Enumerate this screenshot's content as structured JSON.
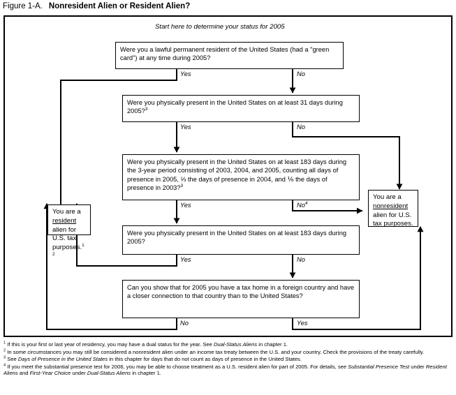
{
  "figure": {
    "number": "Figure 1-A.",
    "title": "Nonresident Alien or Resident Alien?"
  },
  "chart": {
    "start_note": "Start here to determine your status for 2005",
    "nodes": {
      "q1": {
        "id": "q1",
        "text": "Were you a lawful permanent resident of the United States (had a \"green card\") at any time during 2005?",
        "yes_label": "Yes",
        "no_label": "No"
      },
      "q2": {
        "id": "q2",
        "text_main": "Were you physically present in the United States on at least 31 days during 2005?",
        "footnote_ref": "3",
        "yes_label": "Yes",
        "no_label": "No"
      },
      "q3": {
        "id": "q3",
        "text_main": "Were you physically present in the United States on at least 183 days during the 3-year period consisting of 2003, 2004, and 2005, counting all days of presence in 2005, ⅓ the days of presence in 2004, and ⅙ the days of presence in 2003?",
        "footnote_ref": "3",
        "yes_label": "Yes",
        "no_label": "No",
        "no_footnote_ref": "4"
      },
      "q4": {
        "id": "q4",
        "text_main": "Were you physically present in the United States on at least 183 days during 2005?",
        "yes_label": "Yes",
        "no_label": "No"
      },
      "q5": {
        "id": "q5",
        "text_main": "Can you show that for 2005 you have a tax home in a foreign country and have a closer connection to that country than to the United States?",
        "no_label": "No",
        "yes_label": "Yes"
      },
      "resident": {
        "id": "resident",
        "line1": "You are a",
        "emphasis": "resident",
        "line2": " alien for U.S. tax purposes.",
        "footnote_refs": "1 2"
      },
      "nonresident": {
        "id": "nonresident",
        "line1": "You are a",
        "emphasis": "nonresident",
        "line2": " alien for U.S. tax purposes."
      }
    }
  },
  "footnotes": [
    {
      "marker": "1",
      "parts": [
        {
          "text": "If this is your first or last year of residency, you may have a dual status for the year. See ",
          "italic": false
        },
        {
          "text": "Dual-Status Aliens",
          "italic": true
        },
        {
          "text": " in chapter 1.",
          "italic": false
        }
      ]
    },
    {
      "marker": "2",
      "parts": [
        {
          "text": "In some circumstances you may still be considered a nonresident alien under an income tax treaty between the U.S. and your country. Check the provisions of the treaty carefully.",
          "italic": false
        }
      ]
    },
    {
      "marker": "3",
      "parts": [
        {
          "text": "See ",
          "italic": false
        },
        {
          "text": "Days of Presence in the United States",
          "italic": true
        },
        {
          "text": " in this chapter for days that do not count as days of presence in the United States.",
          "italic": false
        }
      ]
    },
    {
      "marker": "4",
      "parts": [
        {
          "text": "If you meet the substantial presence test for 2006, you may be able to choose treatment as a U.S. resident alien for part of 2005. For details, see ",
          "italic": false
        },
        {
          "text": "Substantial Presence Test",
          "italic": true
        },
        {
          "text": " under ",
          "italic": false
        },
        {
          "text": "Resident Aliens",
          "italic": true
        },
        {
          "text": " and ",
          "italic": false
        },
        {
          "text": "First-Year Choice",
          "italic": true
        },
        {
          "text": " under ",
          "italic": false
        },
        {
          "text": "Dual-Status Aliens",
          "italic": true
        },
        {
          "text": " in chapter 1.",
          "italic": false
        }
      ]
    }
  ],
  "colors": {
    "background": "#ffffff",
    "ink": "#000000"
  }
}
